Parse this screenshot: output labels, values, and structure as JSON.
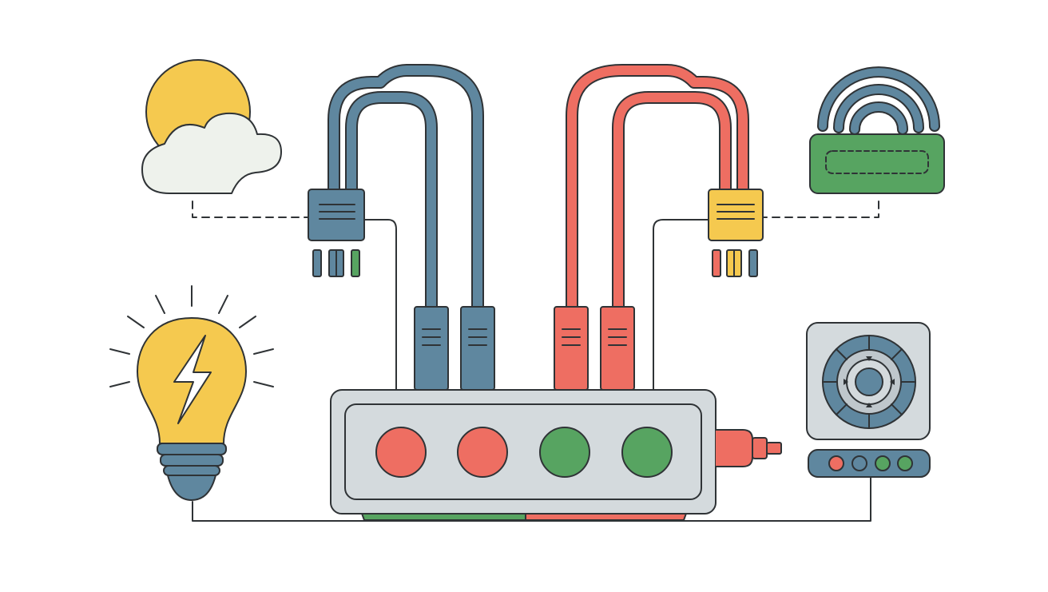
{
  "diagram": {
    "colors": {
      "outline": "#2f3336",
      "blue": "#5f879f",
      "red": "#ee6e62",
      "green": "#57a461",
      "yellow": "#f5c94f",
      "gray_light": "#d4dadd",
      "gray_mid": "#bfc7cc",
      "cloud": "#eef2ec",
      "background": "#ffffff"
    },
    "nodes": [
      {
        "id": "weather",
        "icon": "sun-cloud-icon"
      },
      {
        "id": "wireless-router",
        "icon": "wifi-router-icon"
      },
      {
        "id": "smart-bulb",
        "icon": "lightbulb-icon"
      },
      {
        "id": "fan-controller",
        "icon": "fan-icon"
      },
      {
        "id": "power-strip",
        "icon": "power-strip-icon"
      }
    ],
    "connectors": [
      {
        "id": "blue-connector",
        "color": "blue",
        "pins": [
          "blue",
          "blue",
          "green"
        ]
      },
      {
        "id": "yellow-connector",
        "color": "yellow",
        "pins": [
          "red",
          "yellow",
          "blue"
        ]
      }
    ],
    "power_strip_indicators": [
      "red",
      "red",
      "green",
      "green"
    ],
    "fan_panel_indicators": [
      "red",
      "blue",
      "green",
      "green"
    ],
    "cable_plugs": [
      "blue",
      "blue",
      "red",
      "red"
    ]
  }
}
